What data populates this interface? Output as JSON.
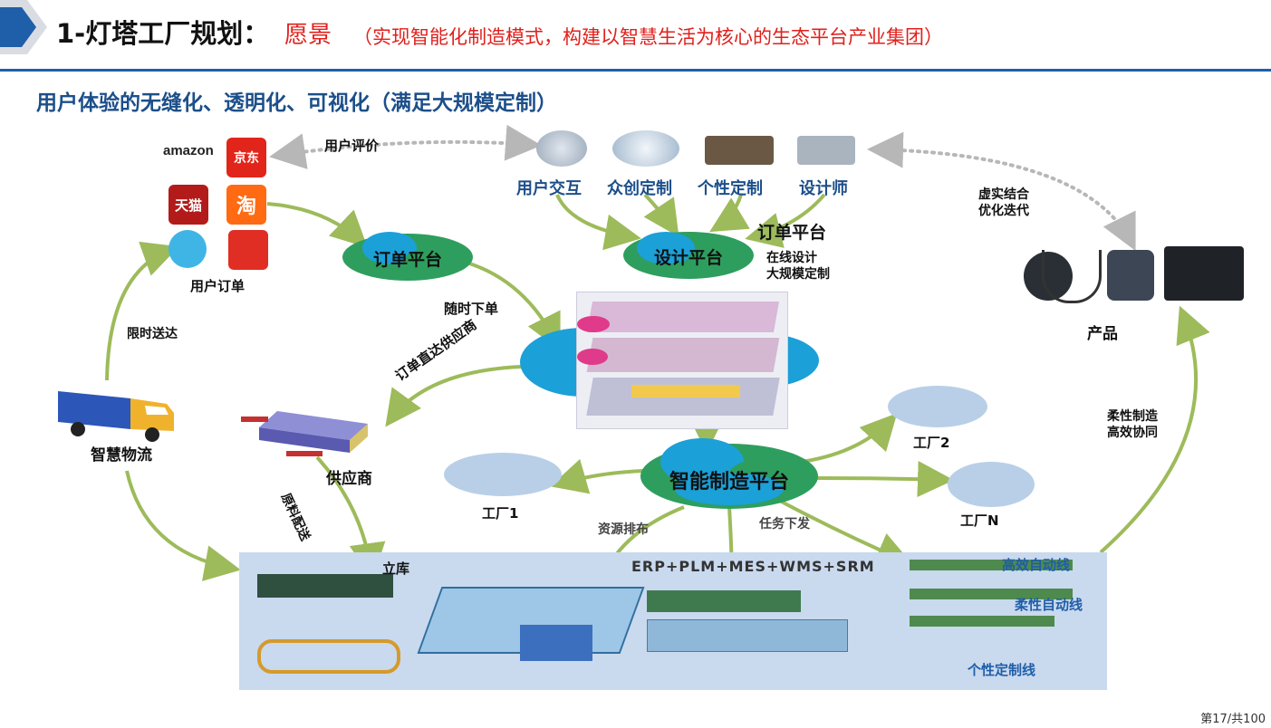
{
  "header": {
    "title": "1-灯塔工厂规划：",
    "vision_word": "愿景",
    "vision_detail": "（实现智能化制造模式，构建以智慧生活为核心的生态平台产业集团）"
  },
  "subtitle": "用户体验的无缝化、透明化、可视化（满足大规模定制）",
  "ecommerce": {
    "logos": [
      "amazon",
      "京东",
      "天猫",
      "淘",
      "",
      ""
    ],
    "caption": "用户订单"
  },
  "flows": {
    "user_review": "用户评价",
    "order_anytime": "随时下单",
    "order_direct_supplier": "订单直达供应商",
    "material_delivery": "原料配送",
    "timed_delivery": "限时送达",
    "resource_scheduling": "资源排布",
    "task_dispatch": "任务下发",
    "virtual_real": [
      "虚实结合",
      "优化迭代"
    ],
    "flexible_mfg": [
      "柔性制造",
      "高效协同"
    ]
  },
  "design_inputs": [
    "用户交互",
    "众创定制",
    "个性定制",
    "设计师"
  ],
  "clouds": {
    "order_platform": "订单平台",
    "design_platform": "设计平台",
    "smart_mfg_platform": "智能制造平台"
  },
  "design_platform_note": {
    "heading": "订单平台",
    "lines": [
      "在线设计",
      "大规模定制"
    ]
  },
  "nodes": {
    "smart_logistics": "智慧物流",
    "supplier": "供应商",
    "factory1": "工厂1",
    "factory2": "工厂2",
    "factoryN": "工厂N",
    "products": "产品"
  },
  "factory_floor": {
    "warehouse": "立库",
    "systems": "ERP+PLM+MES+WMS+SRM",
    "lines": [
      "高效自动线",
      "柔性自动线",
      "个性定制线"
    ]
  },
  "page_number": "第17/共100",
  "colors": {
    "accent_blue": "#1f5ea8",
    "title_red": "#e0201c",
    "arrow_green": "#9dbb5a",
    "cloud_green": "#2e9e5e",
    "cloud_blue": "#1ba0d8"
  }
}
